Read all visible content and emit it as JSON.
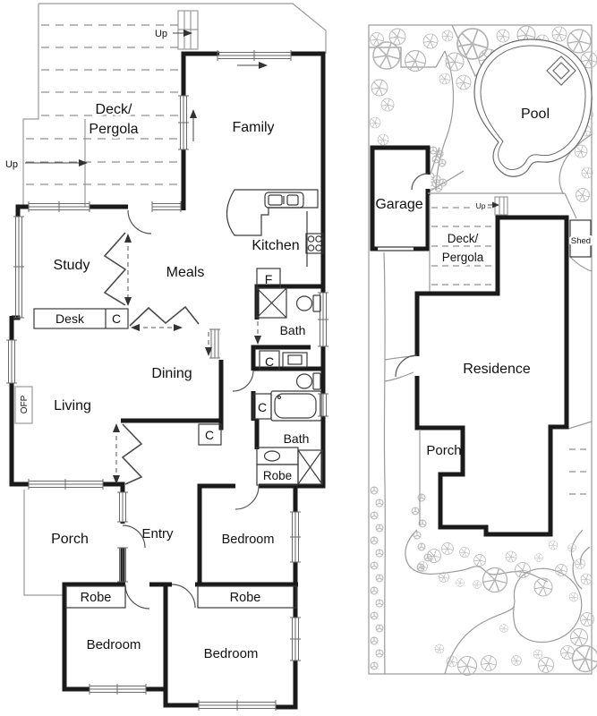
{
  "document": {
    "type": "architectural floor plan with site plan",
    "panels": [
      "floor-plan",
      "site-plan"
    ]
  },
  "labels": {
    "up": "Up",
    "deck_line1": "Deck/",
    "deck_line2": "Pergola",
    "family": "Family",
    "study": "Study",
    "meals": "Meals",
    "kitchen": "Kitchen",
    "desk": "Desk",
    "closet": "C",
    "fridge": "F",
    "dining": "Dining",
    "living": "Living",
    "ofp": "OFP",
    "bath": "Bath",
    "robe": "Robe",
    "entry": "Entry",
    "porch": "Porch",
    "bedroom": "Bedroom",
    "pool": "Pool",
    "garage": "Garage",
    "shed": "Shed",
    "residence": "Residence"
  },
  "colors": {
    "wall": "#1a1a1a",
    "thin_line": "#3a3a3a",
    "light_line": "#9a9a9a",
    "window_line": "#6a6a6a",
    "dash_line": "#8f8f8f",
    "vegetation": "#b3b3b3",
    "text": "#111111",
    "background": "#ffffff"
  }
}
